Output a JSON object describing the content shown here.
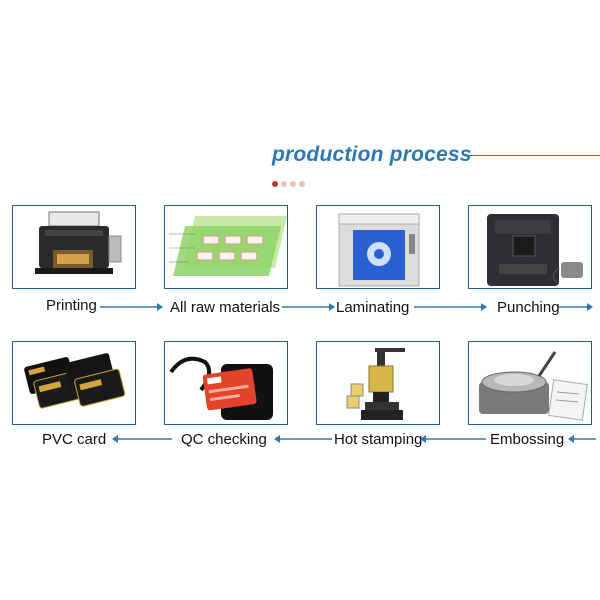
{
  "title": "production process",
  "steps": {
    "printing": "Printing",
    "raw_materials": "All raw materials",
    "laminating": "Laminating",
    "punching": "Punching",
    "pvc_card": "PVC card",
    "qc_checking": "QC checking",
    "hot_stamping": "Hot stamping",
    "embossing": "Embossing"
  },
  "colors": {
    "accent": "#2a78b8",
    "border": "#1f5f96",
    "dot_active": "#b23535",
    "dot_inactive": "#e8c2c2"
  },
  "icons": [
    "printer-icon",
    "layered-sheet-icon",
    "laminator-icon",
    "punching-machine-icon",
    "cards-icon",
    "card-reader-icon",
    "hot-stamping-machine-icon",
    "embossing-machine-icon"
  ]
}
